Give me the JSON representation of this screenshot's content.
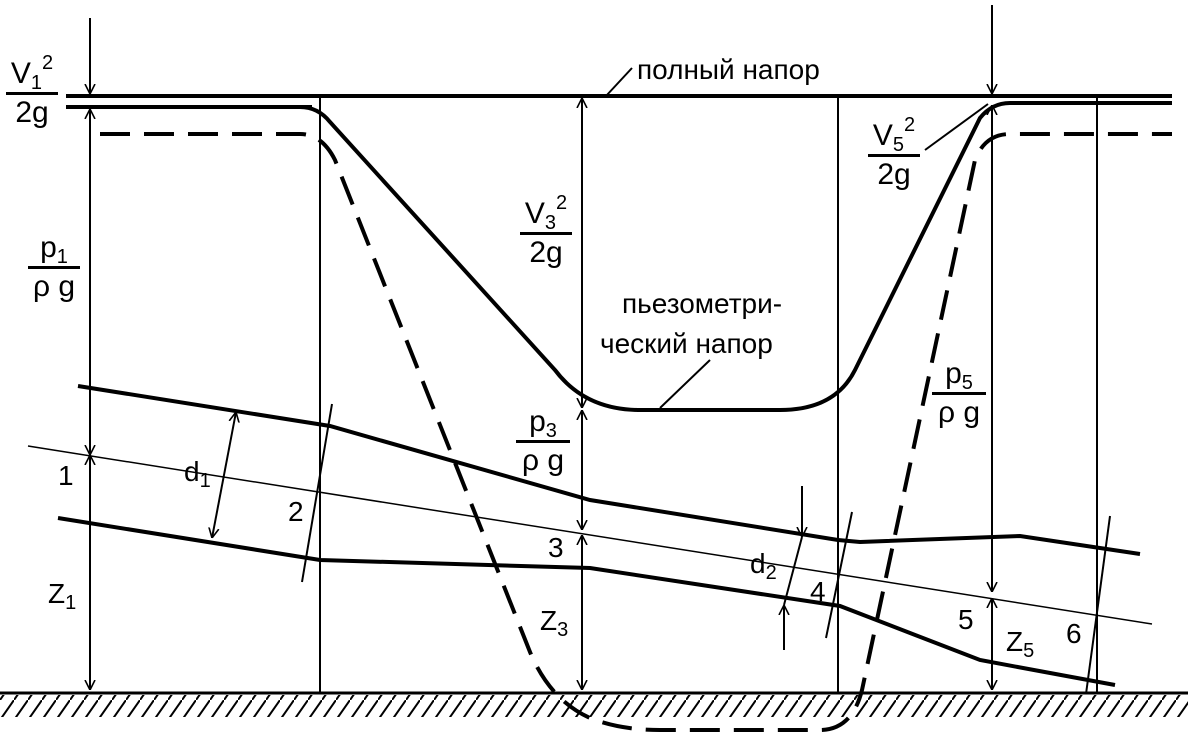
{
  "labels": {
    "full_head": "полный  напор",
    "piezo_line1": "пьезометри-",
    "piezo_line2": "ческий напор",
    "d1_base": "d",
    "d1_sub": "1",
    "d2_base": "d",
    "d2_sub": "2",
    "z1_base": "Z",
    "z1_sub": "1",
    "z3_base": "Z",
    "z3_sub": "3",
    "z5_base": "Z",
    "z5_sub": "5",
    "sec1": "1",
    "sec2": "2",
    "sec3": "3",
    "sec4": "4",
    "sec5": "5",
    "sec6": "6"
  },
  "fractions": {
    "v1": {
      "base": "V",
      "sub": "1",
      "sup": "2",
      "den": "2g"
    },
    "v3": {
      "base": "V",
      "sub": "3",
      "sup": "2",
      "den": "2g"
    },
    "v5": {
      "base": "V",
      "sub": "5",
      "sup": "2",
      "den": "2g"
    },
    "p1": {
      "base": "p",
      "sub": "1",
      "den": "ρ g"
    },
    "p3": {
      "base": "p",
      "sub": "3",
      "den": "ρ g"
    },
    "p5": {
      "base": "p",
      "sub": "5",
      "den": "ρ g"
    }
  }
}
